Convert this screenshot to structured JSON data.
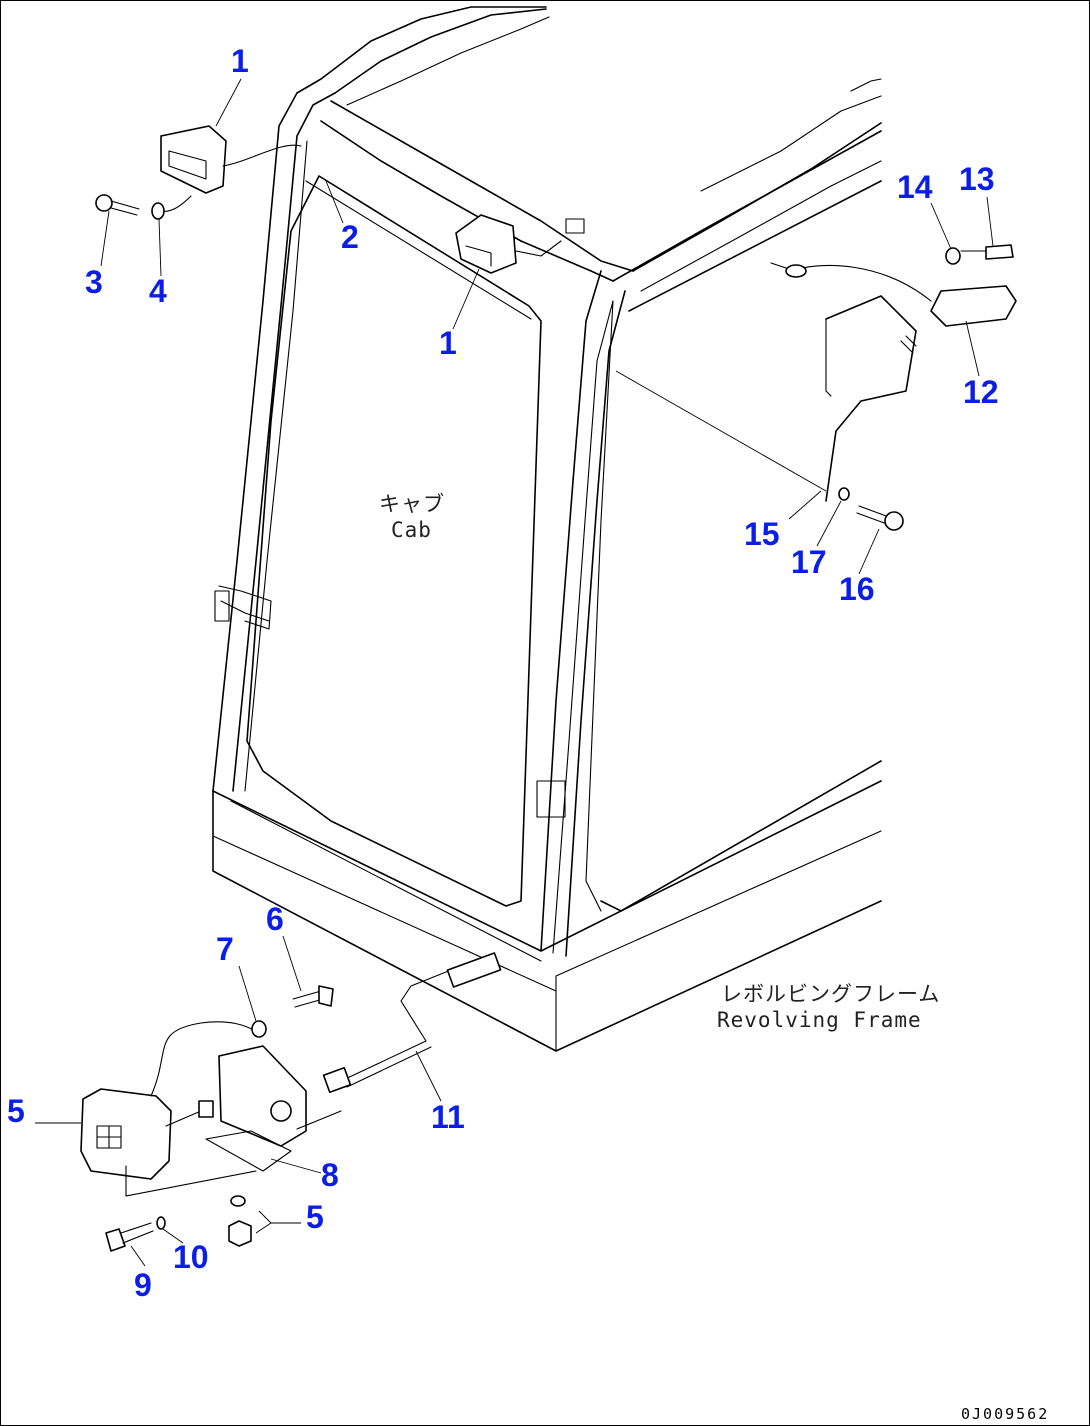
{
  "drawing_code": "0J009562",
  "labels": {
    "cab_jp": "キャブ",
    "cab_en": "Cab",
    "frame_jp": "レボルビングフレーム",
    "frame_en": "Revolving Frame"
  },
  "callouts": [
    "1",
    "1",
    "2",
    "3",
    "4",
    "5",
    "5",
    "6",
    "7",
    "8",
    "9",
    "10",
    "11",
    "12",
    "13",
    "14",
    "15",
    "16",
    "17"
  ],
  "colors": {
    "callout": "#0a1ee8",
    "line": "#000000"
  }
}
